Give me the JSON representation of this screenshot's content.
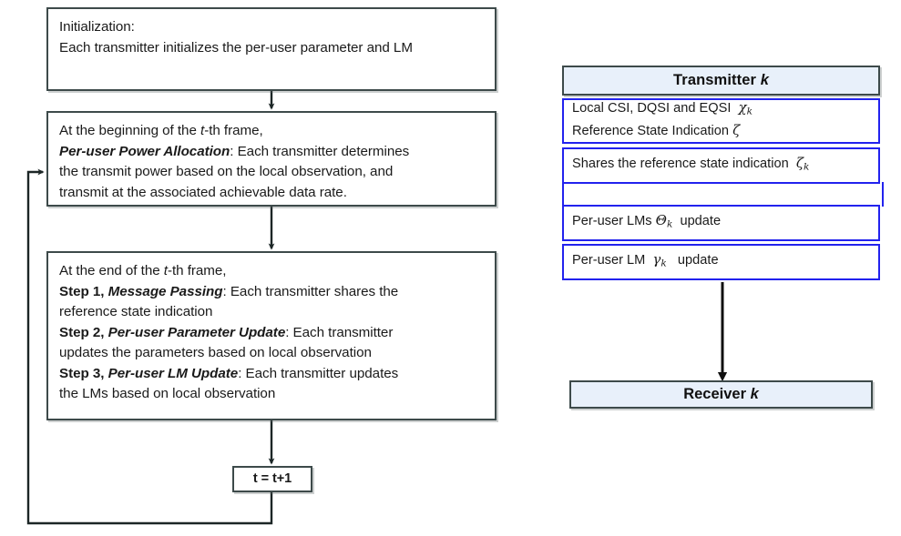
{
  "diagram": {
    "title_hidden": "",
    "colors": {
      "box_border": "#3d4a4a",
      "blue_border": "#2222ee",
      "header_fill": "#e8f0fa",
      "page_background": "#ffffff",
      "text": "#1a1a1a"
    }
  },
  "flowchart": {
    "init_box": {
      "line1": "Initialization:",
      "line2": "Each transmitter initializes the per-user parameter and LM"
    },
    "begin_box": {
      "line1_a": "At the beginning of the ",
      "line1_t": "t",
      "line1_b": "-th frame,",
      "line2_label": "Per-user Power Allocation",
      "line2_rest": ": Each transmitter determines",
      "line3": "the transmit power based on the local observation, and",
      "line4": "transmit at the associated achievable data rate."
    },
    "end_box": {
      "line1_a": "At the end of the ",
      "line1_t": "t",
      "line1_b": "-th frame,",
      "step1_num": "Step 1",
      "step1_comma": ", ",
      "step1_name": "Message Passing",
      "step1_rest": ": Each transmitter shares the",
      "step1_cont": "reference state indication",
      "step2_num": "Step 2",
      "step2_comma": ", ",
      "step2_name": "Per-user Parameter Update",
      "step2_rest": ": Each transmitter",
      "step2_cont": "updates the parameters based on local observation",
      "step3_num": "Step 3",
      "step3_comma": ", ",
      "step3_name": "Per-user LM Update",
      "step3_rest": ": Each transmitter updates",
      "step3_cont": "the LMs based on local observation"
    },
    "counter_box": {
      "label": "t = t+1"
    }
  },
  "transmitter_panel": {
    "header": {
      "label": "Transmitter ",
      "index": "k"
    },
    "rows": [
      {
        "id": "local-csi",
        "line1_text": "Local CSI, DQSI and EQSI",
        "line1_symbol": "χ",
        "line1_subscript": "k",
        "line2_text": "Reference State Indication",
        "line2_symbol": "ζ",
        "line2_subscript": ""
      },
      {
        "id": "share-reference",
        "line1_text": "Shares the reference state indication",
        "line1_symbol": "ζ",
        "line1_subscript": "k",
        "line2_text": "",
        "line2_symbol": "",
        "line2_subscript": ""
      },
      {
        "id": "per-user-lms-theta",
        "line1_text": "Per-user LMs",
        "line1_symbol": "Θ",
        "line1_subscript": "k",
        "line1_suffix": "update"
      },
      {
        "id": "per-user-lm-gamma",
        "line1_text": "Per-user LM",
        "line1_symbol": "γ",
        "line1_subscript": "k",
        "line1_suffix": "update"
      }
    ]
  },
  "receiver_box": {
    "label": "Receiver ",
    "index": "k"
  }
}
